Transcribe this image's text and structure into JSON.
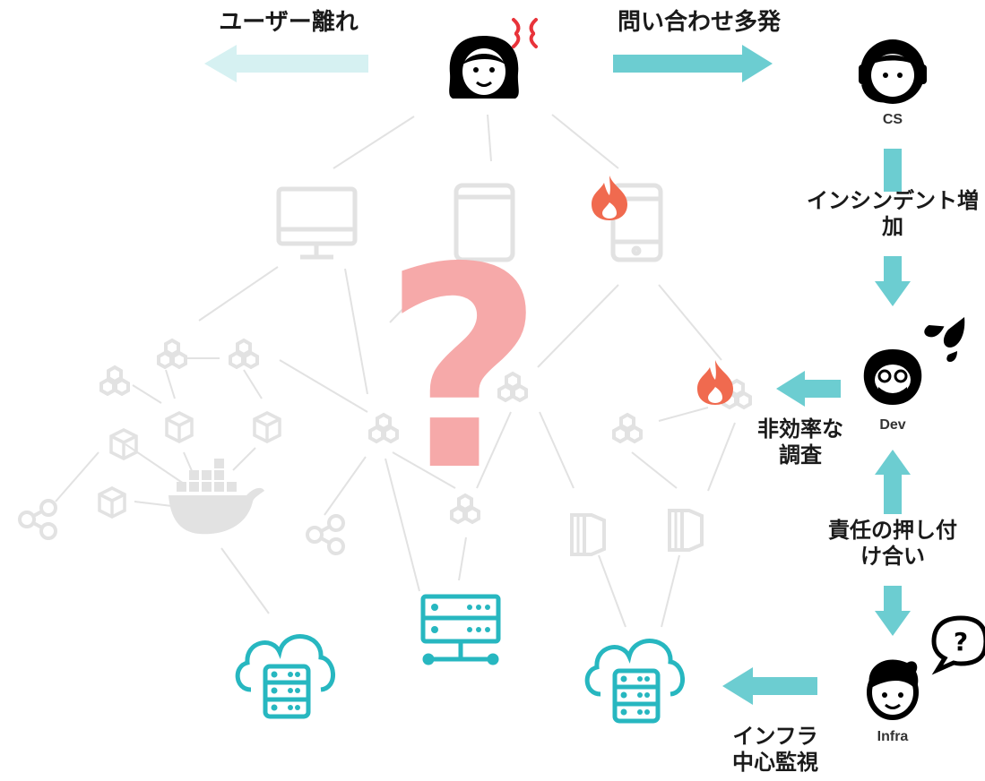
{
  "labels": {
    "user_churn": "ユーザー離れ",
    "inquiries_surge": "問い合わせ多発",
    "incident_increase": "インシンデント増加",
    "inefficient_investigation": "非効率な調査",
    "blame_shifting": "責任の押し付け合い",
    "infra_monitoring": "インフラ中心監視"
  },
  "roles": {
    "cs": "CS",
    "dev": "Dev",
    "infra": "Infra"
  },
  "question_mark": "?",
  "colors": {
    "accent_teal": "#6ccdd1",
    "light_teal": "#d6f1f2",
    "infra_teal": "#27b7c0",
    "fire": "#f06a4f",
    "question_pink": "#f6a9a9",
    "faded_gray": "#e2e2e2",
    "text_dark": "#1a1a1a"
  },
  "icons": [
    "angry-user-icon",
    "anger-mark-icon",
    "cs-headset-icon",
    "developer-icon",
    "sweat-drops-icon",
    "infra-engineer-icon",
    "question-bubble-icon",
    "desktop-icon",
    "tablet-icon",
    "smartphone-icon",
    "fire-icon",
    "microservice-hexagon-icon",
    "container-cube-icon",
    "docker-whale-icon",
    "share-node-icon",
    "load-balancer-icon",
    "cloud-server-icon",
    "server-rack-icon"
  ]
}
